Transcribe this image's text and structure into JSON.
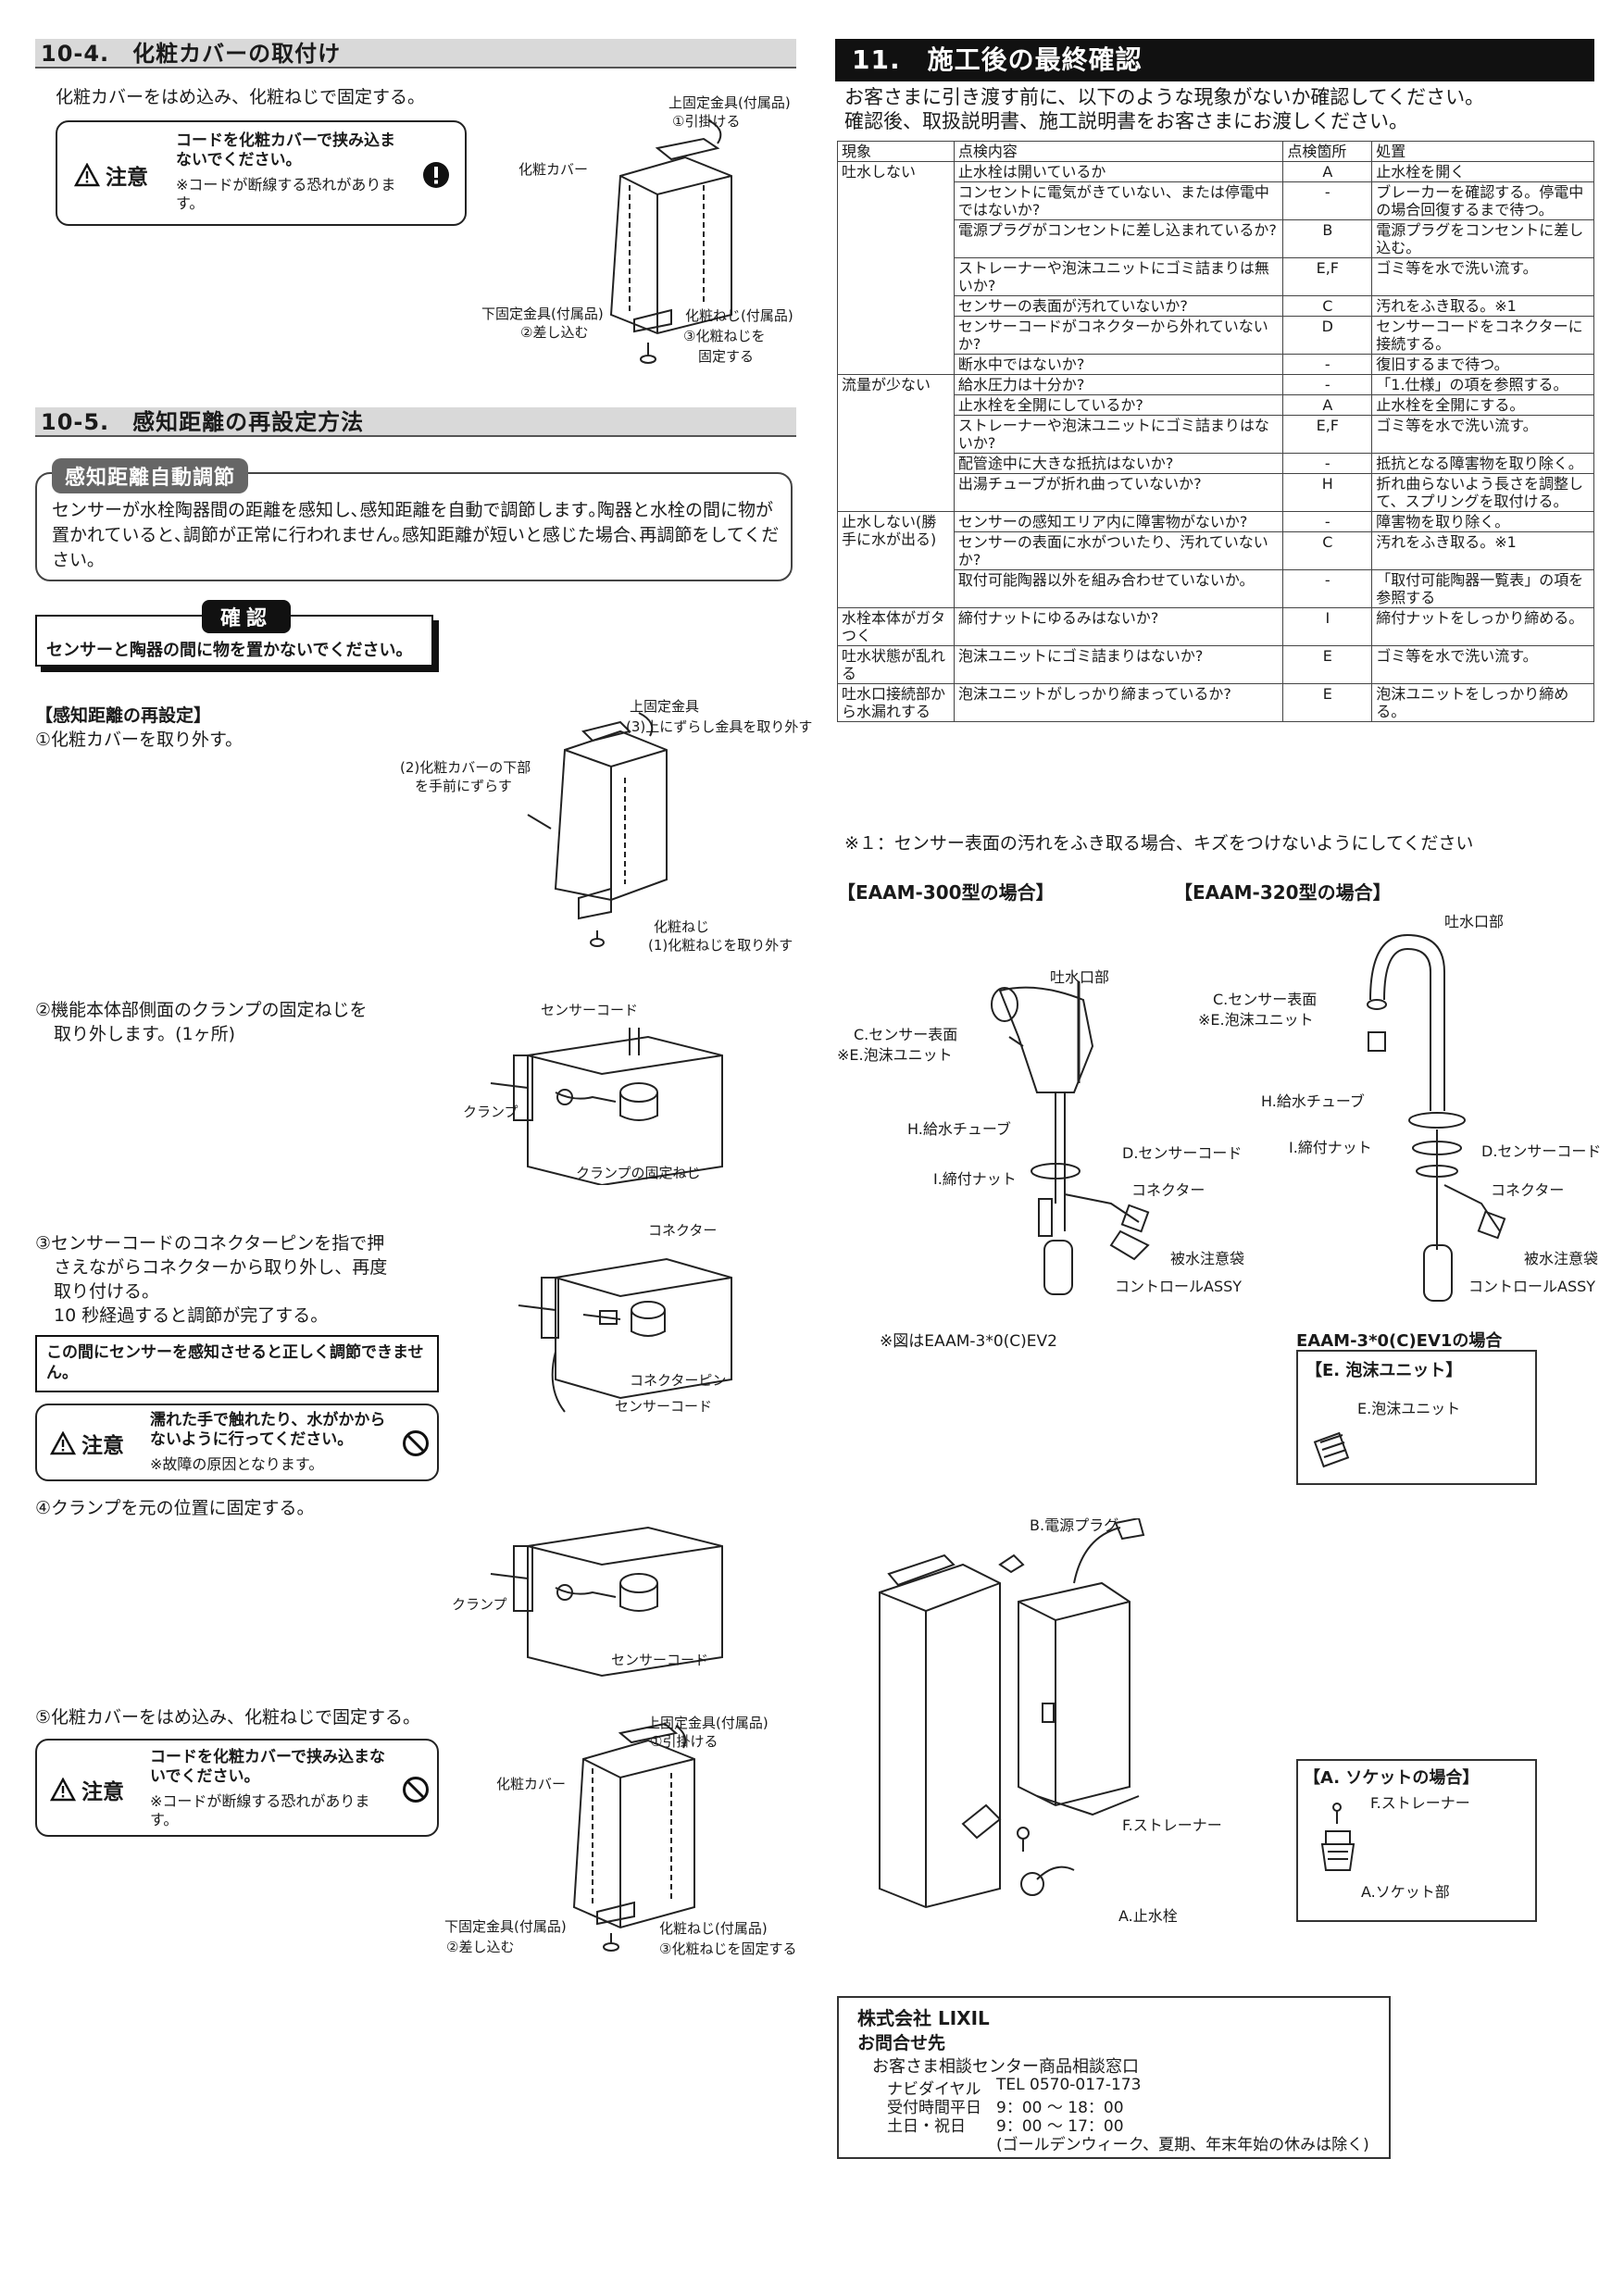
{
  "s104": {
    "title": "10-4.　化粧カバーの取付け",
    "intro": "化粧カバーをはめ込み、化粧ねじで固定する。",
    "caution_label": "注意",
    "caution_msg": "コードを化粧カバーで挟み込まないでください。",
    "caution_sub": "※コードが断線する恐れがあります。",
    "fig": {
      "l1": "上固定金具(付属品)",
      "l2": "①引掛ける",
      "l3": "化粧カバー",
      "l4": "下固定金具(付属品)",
      "l5": "②差し込む",
      "l6": "化粧ねじ(付属品)",
      "l7": "③化粧ねじを",
      "l8": "固定する"
    }
  },
  "s105": {
    "title": "10-5.　感知距離の再設定方法",
    "pill": "感知距離自動調節",
    "desc": "センサーが水栓陶器間の距離を感知し､感知距離を自動で調節します｡陶器と水栓の間に物が置かれていると､調節が正常に行われません｡感知距離が短いと感じた場合､再調節をしてください｡",
    "kakunin": "確認",
    "kakunin_msg": "センサーと陶器の間に物を置かないでください。",
    "reset_title": "【感知距離の再設定】",
    "step1": "①化粧カバーを取り外す。",
    "fig1": {
      "l1": "上固定金具",
      "l2": "(3)上にずらし金具を取り外す",
      "l3": "(2)化粧カバーの下部",
      "l4": "を手前にずらす",
      "l5": "化粧ねじ",
      "l6": "(1)化粧ねじを取り外す"
    },
    "step2a": "②機能本体部側面のクランプの固定ねじを",
    "step2b": "取り外します。(1ヶ所)",
    "fig2": {
      "l1": "センサーコード",
      "l2": "クランプ",
      "l3": "クランプの固定ねじ"
    },
    "step3a": "③センサーコードのコネクターピンを指で押",
    "step3b": "さえながらコネクターから取り外し、再度",
    "step3c": "取り付ける。",
    "step3d": "10 秒経過すると調節が完了する。",
    "fig3": {
      "l1": "コネクター",
      "l2": "コネクターピン",
      "l3": "センサーコード"
    },
    "note": "この間にセンサーを感知させると正しく調節できません。",
    "caution2_label": "注意",
    "caution2_msg": "濡れた手で触れたり、水がかからないように行ってください。",
    "caution2_sub": "※故障の原因となります。",
    "step4": "④クランプを元の位置に固定する。",
    "fig4": {
      "l1": "クランプ",
      "l2": "センサーコード"
    },
    "step5": "⑤化粧カバーをはめ込み、化粧ねじで固定する。",
    "caution3_label": "注意",
    "caution3_msg": "コードを化粧カバーで挟み込まないでください。",
    "caution3_sub": "※コードが断線する恐れがあります。",
    "fig5": {
      "l1": "上固定金具(付属品)",
      "l2": "①引掛ける",
      "l3": "化粧カバー",
      "l4": "下固定金具(付属品)",
      "l5": "②差し込む",
      "l6": "化粧ねじ(付属品)",
      "l7": "③化粧ねじを固定する"
    }
  },
  "s11": {
    "title": "11.　施工後の最終確認",
    "intro1": "お客さまに引き渡す前に、以下のような現象がないか確認してください。",
    "intro2": "確認後、取扱説明書、施工説明書をお客さまにお渡しください。",
    "headers": [
      "現象",
      "点検内容",
      "点検箇所",
      "処置"
    ],
    "rows": [
      {
        "ph": "吐水しない",
        "span": 7,
        "items": [
          [
            "止水栓は開いているか",
            "A",
            "止水栓を開く"
          ],
          [
            "コンセントに電気がきていない、または停電中ではないか?",
            "-",
            "ブレーカーを確認する。停電中の場合回復するまで待つ。"
          ],
          [
            "電源プラグがコンセントに差し込まれているか?",
            "B",
            "電源プラグをコンセントに差し込む。"
          ],
          [
            "ストレーナーや泡沫ユニットにゴミ詰まりは無いか?",
            "E,F",
            "ゴミ等を水で洗い流す。"
          ],
          [
            "センサーの表面が汚れていないか?",
            "C",
            "汚れをふき取る。※1"
          ],
          [
            "センサーコードがコネクターから外れていないか?",
            "D",
            "センサーコードをコネクターに接続する。"
          ],
          [
            "断水中ではないか?",
            "-",
            "復旧するまで待つ。"
          ]
        ]
      },
      {
        "ph": "流量が少ない",
        "span": 5,
        "items": [
          [
            "給水圧力は十分か?",
            "-",
            "「1.仕様」の項を参照する。"
          ],
          [
            "止水栓を全開にしているか?",
            "A",
            "止水栓を全開にする。"
          ],
          [
            "ストレーナーや泡沫ユニットにゴミ詰まりはないか?",
            "E,F",
            "ゴミ等を水で洗い流す。"
          ],
          [
            "配管途中に大きな抵抗はないか?",
            "-",
            "抵抗となる障害物を取り除く。"
          ],
          [
            "出湯チューブが折れ曲っていないか?",
            "H",
            "折れ曲らないよう長さを調整して、スプリングを取付ける。"
          ]
        ]
      },
      {
        "ph": "止水しない(勝手に水が出る)",
        "span": 3,
        "items": [
          [
            "センサーの感知エリア内に障害物がないか?",
            "-",
            "障害物を取り除く。"
          ],
          [
            "センサーの表面に水がついたり、汚れていないか?",
            "C",
            "汚れをふき取る。※1"
          ],
          [
            "取付可能陶器以外を組み合わせていないか。",
            "-",
            "「取付可能陶器一覧表」の項を参照する"
          ]
        ]
      },
      {
        "ph": "水栓本体がガタつく",
        "span": 1,
        "items": [
          [
            "締付ナットにゆるみはないか?",
            "I",
            "締付ナットをしっかり締める。"
          ]
        ]
      },
      {
        "ph": "吐水状態が乱れる",
        "span": 1,
        "items": [
          [
            "泡沫ユニットにゴミ詰まりはないか?",
            "E",
            "ゴミ等を水で洗い流す。"
          ]
        ]
      },
      {
        "ph": "吐水口接続部から水漏れする",
        "span": 1,
        "items": [
          [
            "泡沫ユニットがしっかり締まっているか?",
            "E",
            "泡沫ユニットをしっかり締める。"
          ]
        ]
      }
    ],
    "footnote": "※１：センサー表面の汚れをふき取る場合、キズをつけないようにしてください",
    "eaam300": "【EAAM-300型の場合】",
    "eaam320": "【EAAM-320型の場合】",
    "f300": {
      "l1": "吐水口部",
      "l2": "C.センサー表面",
      "l3": "※E.泡沫ユニット",
      "l4": "H.給水チューブ",
      "l5": "D.センサーコード",
      "l6": "I.締付ナット",
      "l7": "コネクター",
      "l8": "被水注意袋",
      "l9": "コントロールASSY"
    },
    "f320": {
      "l1": "吐水口部",
      "l2": "C.センサー表面",
      "l3": "※E.泡沫ユニット",
      "l4": "H.給水チューブ",
      "l5": "I.締付ナット",
      "l6": "D.センサーコード",
      "l7": "コネクター",
      "l8": "被水注意袋",
      "l9": "コントロールASSY"
    },
    "fignote": "※図はEAAM-3*0(C)EV2",
    "ev1": "EAAM-3*0(C)EV1の場合",
    "ev1_box": "【E. 泡沫ユニット】",
    "ev1_lbl": "E.泡沫ユニット",
    "unit": {
      "l1": "B.電源プラグ",
      "l2": "F.ストレーナー",
      "l3": "A.止水栓"
    },
    "socket_title": "【A. ソケットの場合】",
    "socket_l1": "F.ストレーナー",
    "socket_l2": "A.ソケット部"
  },
  "contact": {
    "company": "株式会社 LIXIL",
    "title": "お問合せ先",
    "center": "お客さま相談センター商品相談窓口",
    "navi_label": "ナビダイヤル",
    "navi": "TEL 0570-017-173",
    "hours_label": "受付時間平日",
    "hours": "9：00 ～ 18：00",
    "weekend_label": "土日・祝日",
    "weekend": "9：00 ～ 17：00",
    "holiday": "(ゴールデンウィーク、夏期、年末年始の休みは除く)"
  }
}
